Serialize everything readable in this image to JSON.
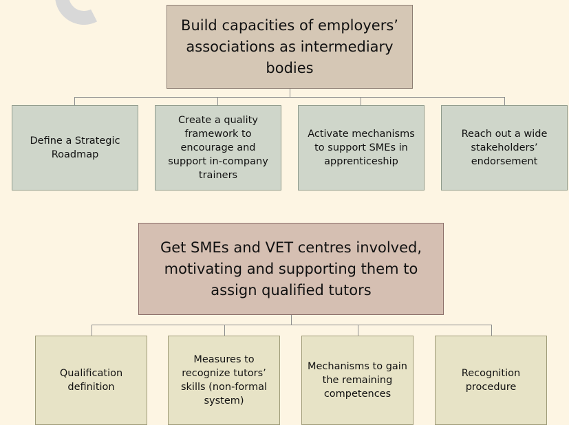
{
  "top_group": {
    "parent": {
      "text": "Build capacities of employers’ associations as intermediary bodies",
      "line1": "Build capacities of employers’",
      "line2": "associations as intermediary",
      "line3": "bodies"
    },
    "children": [
      {
        "text": "Define a Strategic Roadmap",
        "line1": "Define a Strategic",
        "line2": "Roadmap"
      },
      {
        "text": "Create a quality framework to encourage and support in-company trainers",
        "line1": "Create a quality",
        "line2": "framework to",
        "line3": "encourage and",
        "line4": "support in-company",
        "line5": "trainers"
      },
      {
        "text": "Activate mechanisms to support SMEs in apprenticeship",
        "line1": "Activate mechanisms",
        "line2": "to support SMEs in",
        "line3": "apprenticeship"
      },
      {
        "text": "Reach out a wide stakeholders’ endorsement",
        "line1": "Reach out a wide",
        "line2": "stakeholders’",
        "line3": "endorsement"
      }
    ]
  },
  "bottom_group": {
    "parent": {
      "text": "Get SMEs and VET centres involved, motivating and supporting them to assign qualified tutors",
      "line1": "Get SMEs and VET centres involved,",
      "line2": "motivating and supporting them to",
      "line3": "assign qualified tutors"
    },
    "children": [
      {
        "text": "Qualification definition",
        "line1": "Qualification",
        "line2": "definition"
      },
      {
        "text": "Measures to recognize tutors’ skills (non-formal system)",
        "line1": "Measures to",
        "line2": "recognize tutors’",
        "line3": "skills (non-formal",
        "line4": "system)"
      },
      {
        "text": "Mechanisms to gain the remaining competences",
        "line1": "Mechanisms to gain",
        "line2": "the remaining",
        "line3": "competences"
      },
      {
        "text": "Recognition procedure",
        "line1": "Recognition",
        "line2": "procedure"
      }
    ]
  },
  "colors": {
    "background": "#fdf5e3",
    "top_parent_fill": "#d5c7b5",
    "bottom_parent_fill": "#d5bfb2",
    "top_children_fill": "#cfd6ca",
    "bottom_children_fill": "#e7e3c6",
    "connector": "#8d8d8d"
  }
}
